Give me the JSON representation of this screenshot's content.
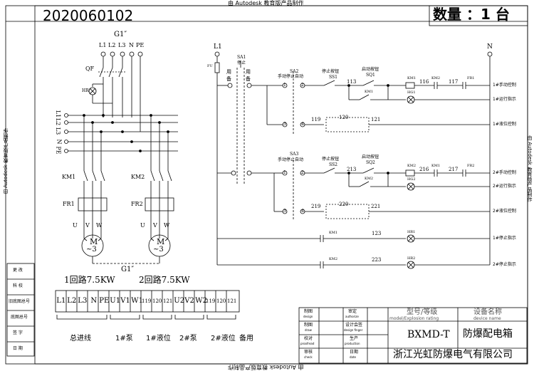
{
  "header": {
    "serial": "2020060102",
    "watermark": "由 Autodesk 教育版产品制作",
    "quantity": "数量 ：1 台"
  },
  "power": {
    "cable_top": "G1″",
    "cable_bottom": "G1″",
    "terminals": [
      "L1",
      "L2",
      "L3",
      "N",
      "PE"
    ],
    "breaker": "QF",
    "lamp": "HR",
    "bus_labels": [
      "L1",
      "L2",
      "L3",
      "N",
      "PE"
    ],
    "bus_labels_b": [
      "1",
      "1",
      "1"
    ],
    "contactor1": "KM1",
    "contactor2": "KM2",
    "relay1": "FR1",
    "relay2": "FR2",
    "uvw1": [
      "U",
      "V",
      "W"
    ],
    "uvw2": [
      "U",
      "V",
      "W"
    ],
    "motor": "M",
    "motor_phase": "~3",
    "circuit1": "1回路7.5KW",
    "circuit2": "2回路7.5KW"
  },
  "control": {
    "l1": "L1",
    "n": "N",
    "fu": "FU",
    "sa1": "SA1",
    "sa1_stop": "停止",
    "yong_bei": [
      "用",
      "备",
      "用",
      "备"
    ],
    "sa2": "SA2",
    "sa2_modes": "手动停止自动",
    "sa3": "SA3",
    "sa3_modes": "手动停止自动",
    "stop_btn": "停止按钮",
    "start_btn": "启动按钮",
    "ss1": "SS1",
    "sq1": "SQ1",
    "ss2": "SS2",
    "sq2": "SQ2",
    "km1": "KM1",
    "km2": "KM2",
    "hg1": "HG1",
    "hg2": "HG2",
    "hr1": "HR1",
    "hr2": "HR2",
    "fr1": "FR1",
    "fr2": "FR2",
    "wires": [
      "113",
      "116",
      "117",
      "119",
      "120",
      "121",
      "213",
      "216",
      "217",
      "219",
      "220",
      "221",
      "123",
      "223"
    ],
    "terminal_nums": [
      "1",
      "2",
      "3",
      "4"
    ],
    "right_labels": [
      "1#手动控制",
      "1#运行指示",
      "1#液位控制",
      "2#手动控制",
      "2#运行指示",
      "2#液位控制",
      "1#停止指示",
      "2#停止指示"
    ]
  },
  "terminal_block": {
    "cells": [
      "L1",
      "L2",
      "L3",
      "N",
      "PE",
      "U1",
      "V1",
      "W1",
      "119",
      "120",
      "121",
      "U2",
      "V2",
      "W2",
      "119",
      "120",
      "121"
    ],
    "groups": [
      "总进线",
      "1#泵",
      "1#液位",
      "2#泵",
      "2#液位",
      "备用"
    ]
  },
  "left_margin": [
    "更 改",
    "科 校",
    "旧底图总号",
    "底图总号",
    "签 字",
    "日 期"
  ],
  "title_block": {
    "labels": [
      [
        "制图",
        "design"
      ],
      [
        "审定",
        "authorize"
      ],
      [
        "制图",
        "draw"
      ],
      [
        "设计会签",
        "design finger"
      ],
      [
        "校对",
        "proofread"
      ],
      [
        "生产",
        "production"
      ],
      [
        "审核",
        "check"
      ],
      [
        "日期",
        "date"
      ]
    ],
    "model_header": "型号/等级",
    "model_header_en": "model/Explosion rating",
    "name_header": "设备名称",
    "name_header_en": "device name",
    "model": "BXMD-T",
    "device_name": "防爆配电箱",
    "company": "浙江光虹防爆电气有限公司"
  }
}
